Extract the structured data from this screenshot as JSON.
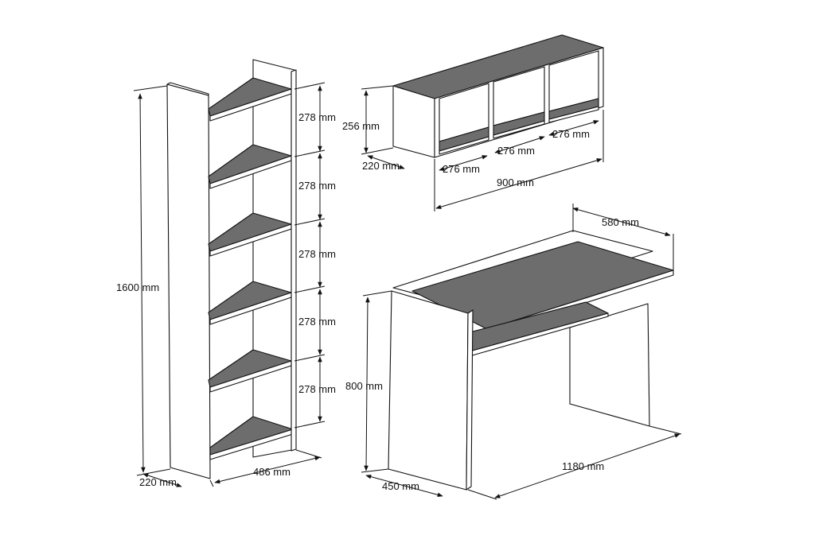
{
  "bookcase": {
    "height_label": "1600 mm",
    "depth_label": "220 mm",
    "width_label": "486 mm",
    "shelf_labels": [
      "278 mm",
      "278 mm",
      "278 mm",
      "278 mm",
      "278 mm"
    ]
  },
  "wall_shelf": {
    "height_label": "256 mm",
    "depth_label": "220 mm",
    "compartment_labels": [
      "276 mm",
      "276 mm",
      "276 mm"
    ],
    "width_label": "900 mm"
  },
  "desk": {
    "depth_label": "580 mm",
    "height_label": "800 mm",
    "width_label": "1180 mm",
    "side_depth_label": "450 mm"
  },
  "colors": {
    "shelf_fill": "#6d6d6d",
    "panel_fill": "#ffffff",
    "line": "#111111"
  }
}
